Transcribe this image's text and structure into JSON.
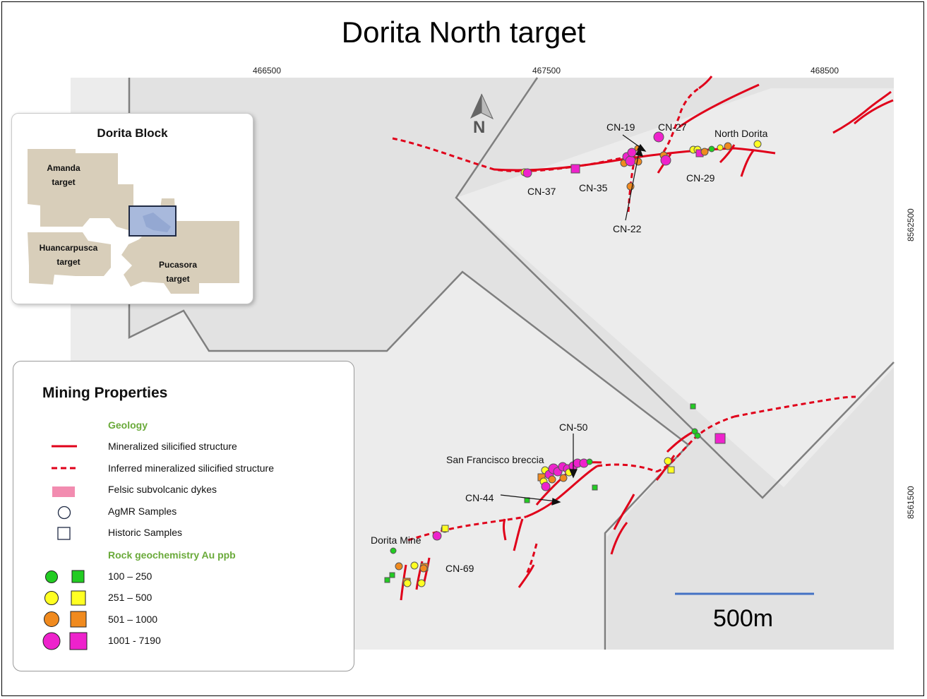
{
  "title": "Dorita North target",
  "coordinates": {
    "easting_ticks": [
      "466500",
      "467500",
      "468500"
    ],
    "northing_ticks": [
      "8562500",
      "8561500"
    ]
  },
  "north_arrow": {
    "label": "N",
    "icon": "north-arrow-icon"
  },
  "map_labels": {
    "cn19": "CN-19",
    "cn27": "CN-27",
    "north_dorita": "North Dorita",
    "cn37": "CN-37",
    "cn35": "CN-35",
    "cn29": "CN-29",
    "cn22": "CN-22",
    "cn50": "CN-50",
    "san_francisco": "San Francisco breccia",
    "cn44": "CN-44",
    "dorita_mine": "Dorita Mine",
    "cn69": "CN-69"
  },
  "inset": {
    "title": "Dorita Block",
    "amanda_1": "Amanda",
    "amanda_2": "target",
    "huanca_1": "Huancarpusca",
    "huanca_2": "target",
    "pucasora_1": "Pucasora",
    "pucasora_2": "target"
  },
  "legend": {
    "title": "Mining Properties",
    "geology_heading": "Geology",
    "mineralized": "Mineralized silicified structure",
    "inferred": "Inferred mineralized silicified structure",
    "felsic": "Felsic subvolcanic dykes",
    "agmr": "AgMR Samples",
    "historic": "Historic Samples",
    "rock_heading": "Rock geochemistry Au ppb",
    "class_1": "100 – 250",
    "class_2": "251 – 500",
    "class_3": "501 – 1000",
    "class_4": "1001 - 7190"
  },
  "scale_bar": {
    "label": "500m"
  },
  "colors": {
    "structure": "#e0001a",
    "class_1": "#22cc22",
    "class_2": "#ffff22",
    "class_3": "#f08a1e",
    "class_4": "#ee22cc",
    "felsic_dyke": "#f28cb0",
    "property_fill": "#e6e6e6",
    "property_border": "#7f7f7f",
    "inset_block": "#d8ceba",
    "scale_bar": "#4472c4",
    "legend_heading": "#6aaa3a"
  }
}
